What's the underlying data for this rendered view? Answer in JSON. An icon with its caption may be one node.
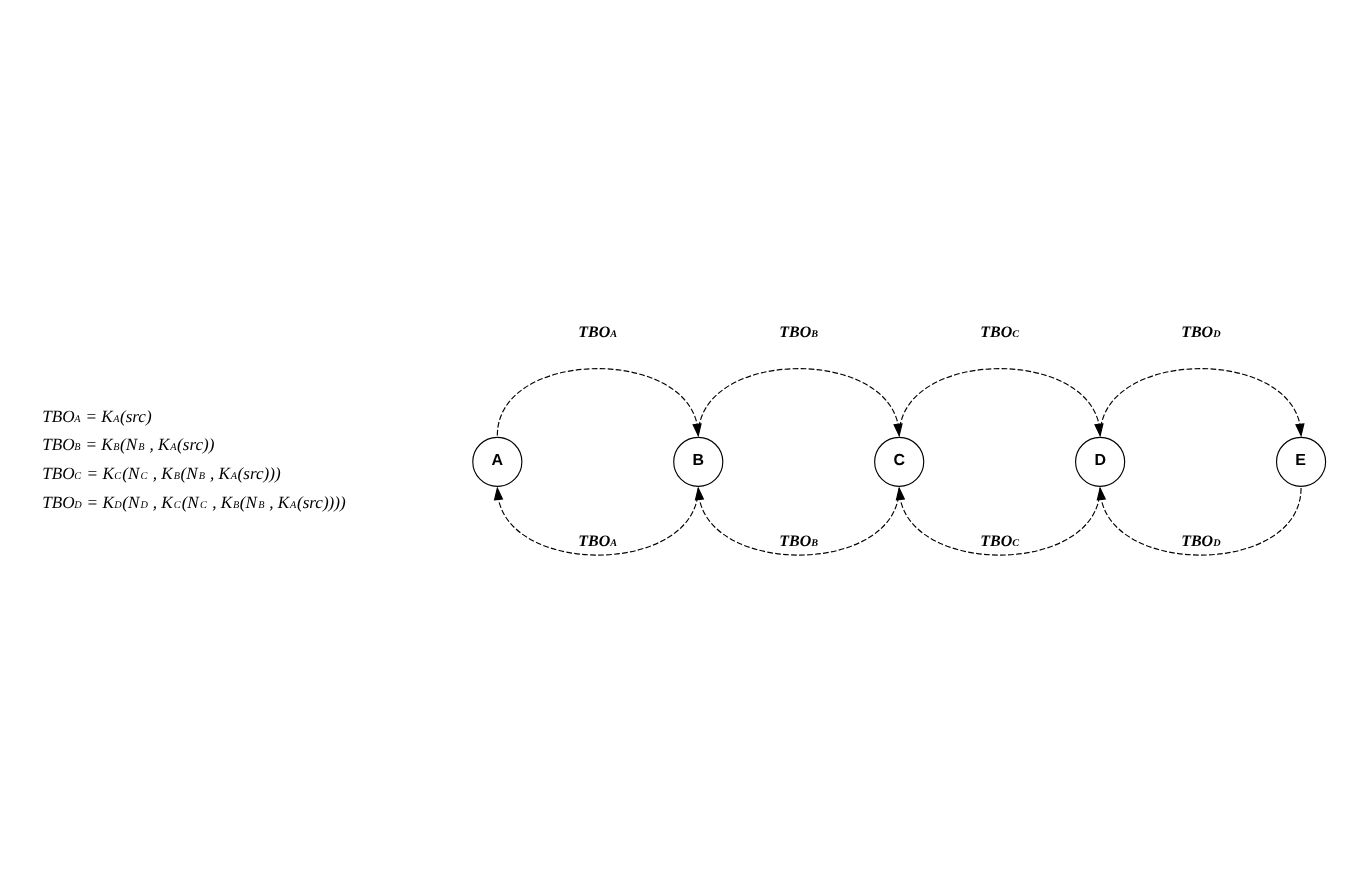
{
  "diagram": {
    "nodes": [
      {
        "text": [
          "A"
        ]
      },
      {
        "text": [
          "B"
        ]
      },
      {
        "text": [
          "C"
        ]
      },
      {
        "text": [
          "D"
        ]
      },
      {
        "text": [
          "E"
        ]
      }
    ],
    "edges": [
      {
        "from": 0,
        "to": 1,
        "arrow": "to",
        "style": "dashed",
        "label": "TBO$_{A}$"
      },
      {
        "from": 1,
        "to": 2,
        "arrow": "to",
        "style": "dashed",
        "label": "TBO$_{B}$"
      },
      {
        "from": 2,
        "to": 3,
        "arrow": "to",
        "style": "dashed",
        "label": "TBO$_{C}$"
      },
      {
        "from": 3,
        "to": 4,
        "arrow": "to",
        "style": "dashed",
        "label": "TBO$_{D}$"
      },
      {
        "from": 1,
        "to": 0,
        "arrow": "to",
        "style": "dashed",
        "label": "TBO$_{A}$"
      },
      {
        "from": 2,
        "to": 1,
        "arrow": "to",
        "style": "dashed",
        "label": "TBO$_{B}$"
      },
      {
        "from": 3,
        "to": 2,
        "arrow": "to",
        "style": "dashed",
        "label": "TBO$_{C}$"
      },
      {
        "from": 4,
        "to": 3,
        "arrow": "to",
        "style": "dashed",
        "label": "TBO$_{D}$"
      }
    ],
    "labels": [
      "TBO$_{A}$ = K$_{A}$(src)",
      "TBO$_{B}$ = K$_{B}$(N$_{B}$ , K$_{A}$(src))",
      "TBO$_{C}$ = K$_{C}$(N$_{C}$ , K$_{B}$(N$_{B}$ , K$_{A}$(src)))",
      "TBO$_{D}$ = K$_{D}$(N$_{D}$ , K$_{C}$(N$_{C}$ , K$_{B}$(N$_{B}$ , K$_{A}$(src))))"
    ]
  }
}
